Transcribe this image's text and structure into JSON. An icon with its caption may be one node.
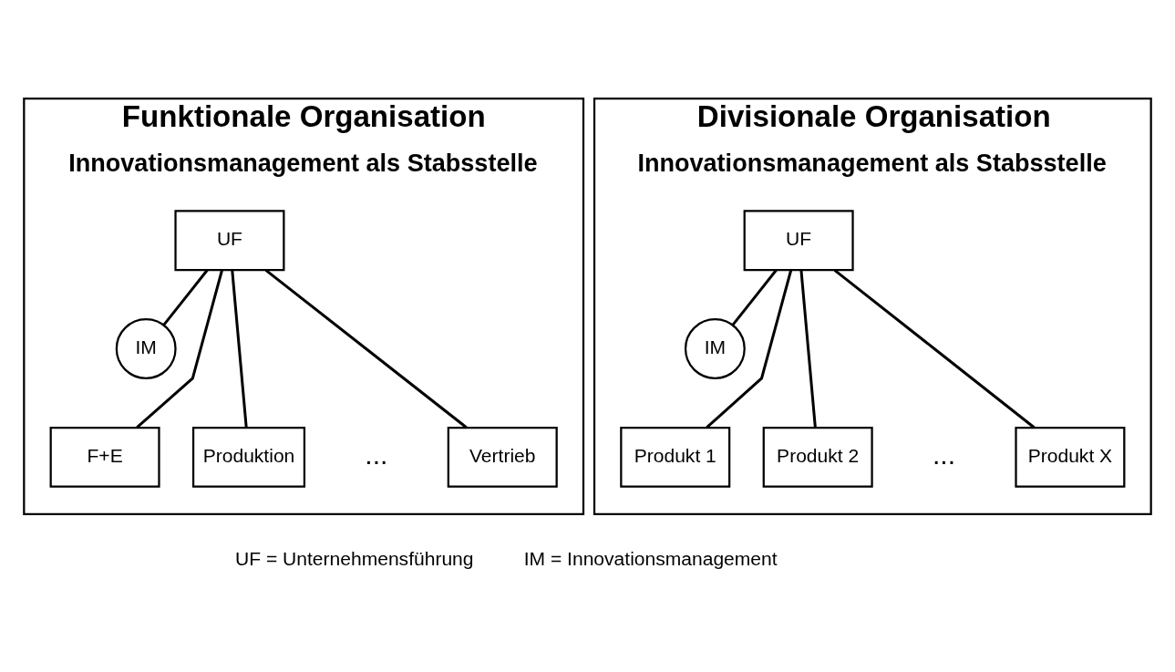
{
  "diagram": {
    "nodes": [
      {
        "text": [
          "Funktionale Organisation",
          "Innovationsmanagement als Stabsstelle"
        ]
      },
      {
        "text": [
          "UF"
        ],
        "in": 0
      },
      {
        "text": [
          "IM"
        ],
        "in": 0
      },
      {
        "text": [
          "F+E"
        ],
        "in": 0
      },
      {
        "text": [
          "Produktion"
        ],
        "in": 0
      },
      {
        "text": [
          "Vertrieb"
        ],
        "in": 0
      },
      {
        "text": [
          "Divisionale Organisation",
          "Innovationsmanagement als Stabsstelle"
        ]
      },
      {
        "text": [
          "UF"
        ],
        "in": 6
      },
      {
        "text": [
          "IM"
        ],
        "in": 6
      },
      {
        "text": [
          "Produkt 1"
        ],
        "in": 6
      },
      {
        "text": [
          "Produkt 2"
        ],
        "in": 6
      },
      {
        "text": [
          "Produkt X"
        ],
        "in": 6
      }
    ],
    "edges": [
      {
        "from": 1,
        "to": 2,
        "arrow": "none"
      },
      {
        "from": 1,
        "to": 3,
        "arrow": "none"
      },
      {
        "from": 1,
        "to": 4,
        "arrow": "none"
      },
      {
        "from": 1,
        "to": 5,
        "arrow": "none"
      },
      {
        "from": 7,
        "to": 8,
        "arrow": "none"
      },
      {
        "from": 7,
        "to": 9,
        "arrow": "none"
      },
      {
        "from": 7,
        "to": 10,
        "arrow": "none"
      },
      {
        "from": 7,
        "to": 11,
        "arrow": "none"
      }
    ],
    "labels": [
      "...",
      "...",
      "UF = Unternehmensführung",
      "IM = Innovationsmanagement"
    ]
  }
}
